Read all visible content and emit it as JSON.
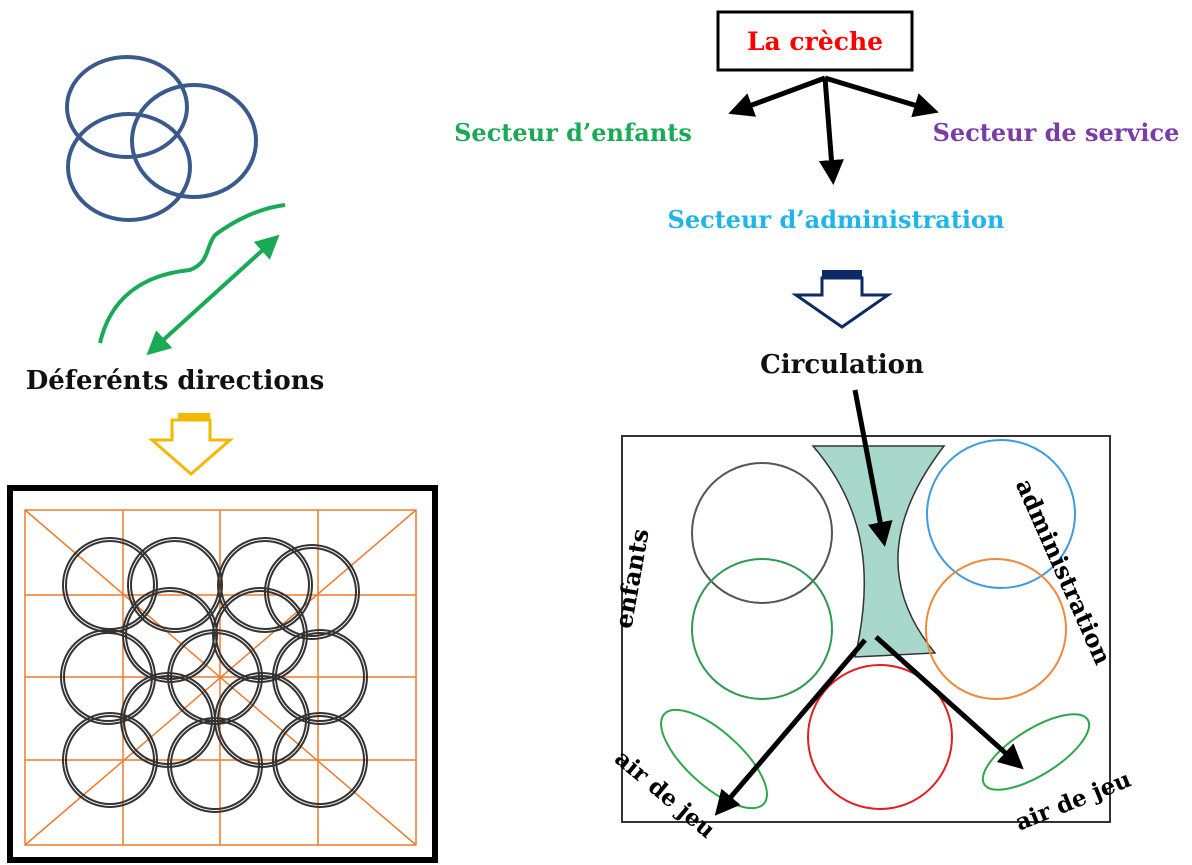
{
  "left": {
    "caption": "Déferénts directions"
  },
  "right": {
    "root": "La crèche",
    "sectors": {
      "children": "Secteur d’enfants",
      "service": "Secteur de service",
      "administration": "Secteur d’administration"
    },
    "circulation": "Circulation",
    "plan_labels": {
      "children": "enfants",
      "administration": "administration",
      "play_left": "air de jeu",
      "play_right": "air de jeu"
    }
  },
  "colors": {
    "root_text": "#ff0000",
    "children_text": "#1aaa55",
    "service_text": "#7a3da8",
    "administration_text": "#1fb5e8",
    "venn_circles": "#3b5a8c",
    "green_arrow": "#1aaa55",
    "yellow_arrow": "#f5b800",
    "navy_arrow": "#0d2a66",
    "circulation_fill": "#a8d8cc",
    "grid_lines": "#f07a2a",
    "circle_children_top": "#555555",
    "circle_children_bottom": "#2e9a55",
    "circle_admin_top": "#3d9be0",
    "circle_admin_bottom": "#f08a3a",
    "circle_bottom": "#e02020",
    "play_ellipses": "#2aa84a"
  }
}
